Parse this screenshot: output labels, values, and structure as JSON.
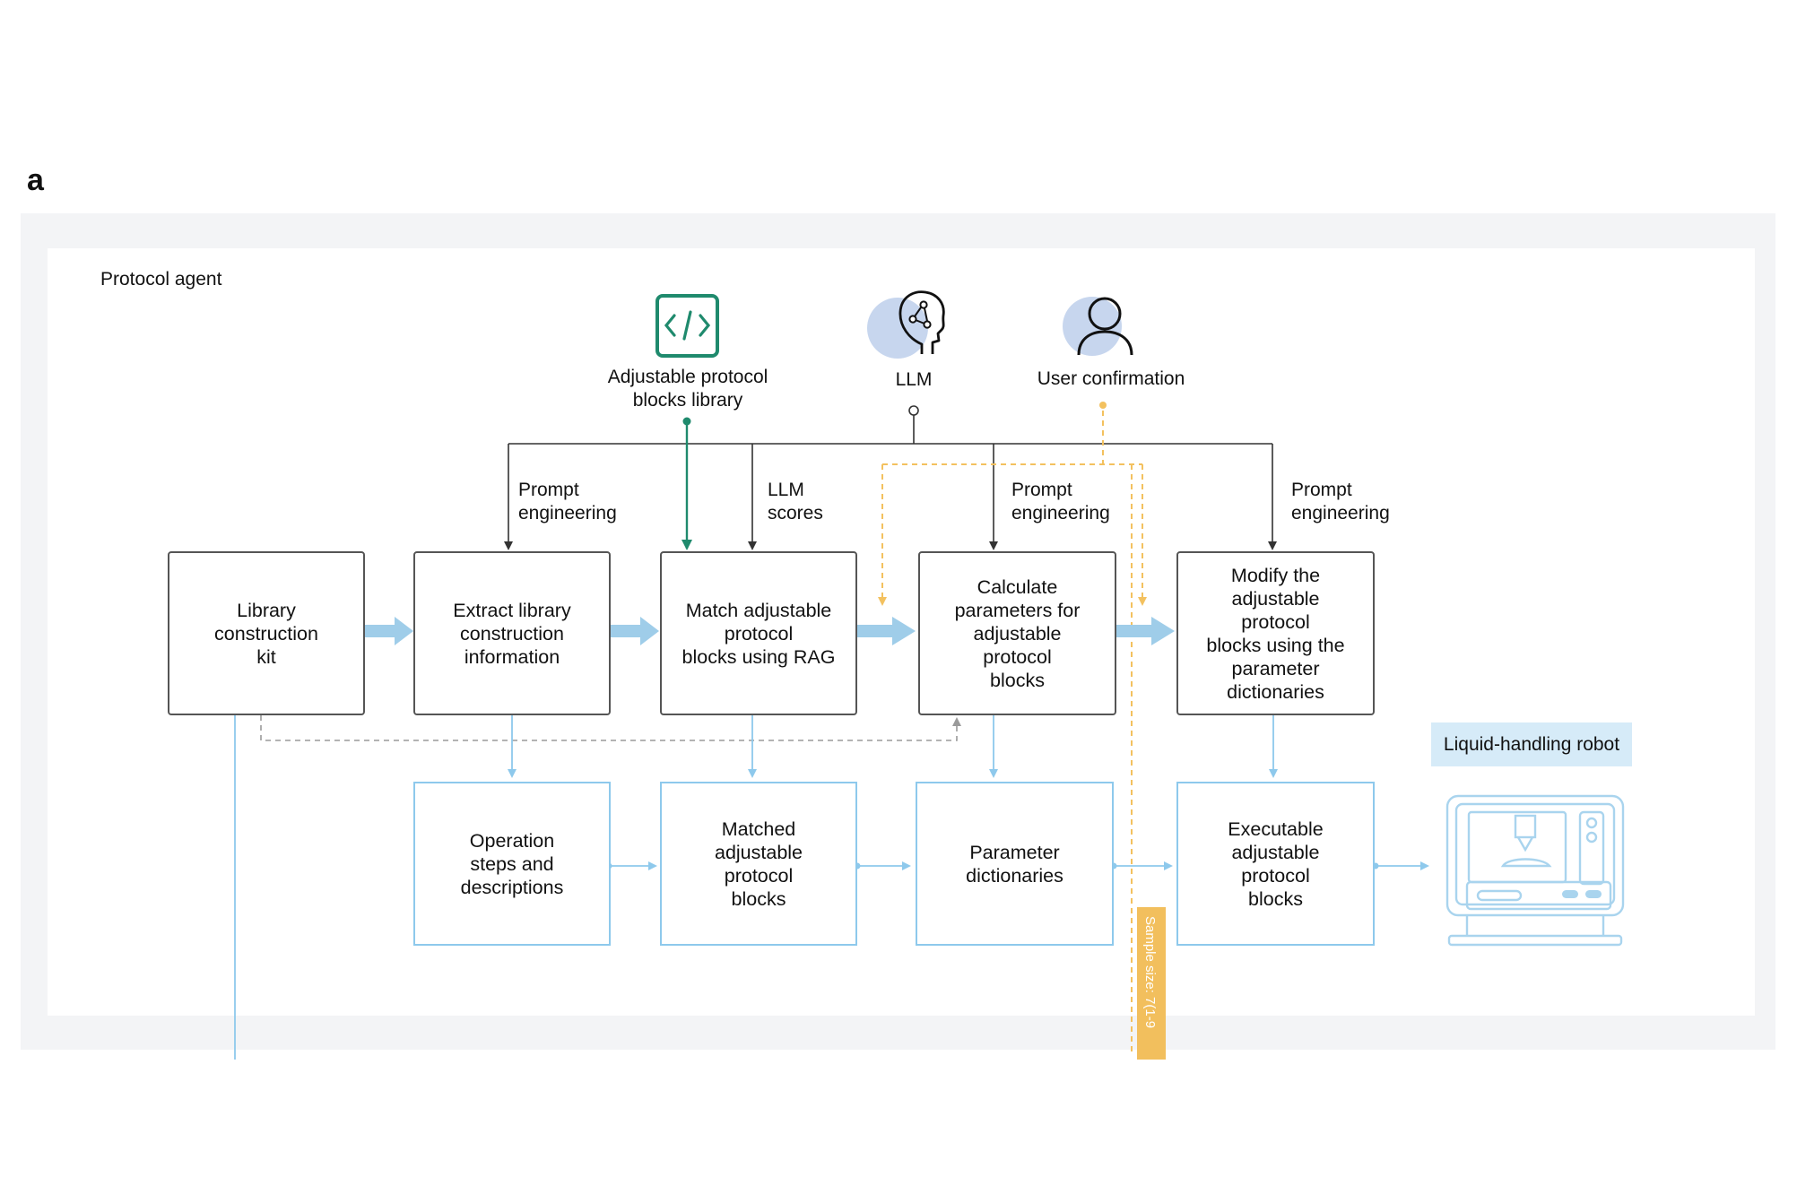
{
  "figure": {
    "panel_letter": "a",
    "section_title": "Protocol agent"
  },
  "inputs": {
    "library": "Adjustable protocol\nblocks library",
    "llm": "LLM",
    "user": "User confirmation"
  },
  "edge_labels": {
    "prompt_1": "Prompt\nengineering",
    "llm_scores": "LLM\nscores",
    "prompt_2": "Prompt\nengineering",
    "prompt_3": "Prompt\nengineering"
  },
  "process_steps": [
    {
      "label": "Library\nconstruction\nkit"
    },
    {
      "label": "Extract library\nconstruction\ninformation"
    },
    {
      "label": "Match adjustable\nprotocol\nblocks using RAG"
    },
    {
      "label": "Calculate\nparameters for\nadjustable\nprotocol\nblocks"
    },
    {
      "label": "Modify the\nadjustable\nprotocol\nblocks using the\nparameter\ndictionaries"
    }
  ],
  "outputs": [
    {
      "label": "Operation\nsteps and\ndescriptions"
    },
    {
      "label": "Matched\nadjustable\nprotocol\nblocks"
    },
    {
      "label": "Parameter\ndictionaries"
    },
    {
      "label": "Executable\nadjustable\nprotocol\nblocks"
    }
  ],
  "robot": {
    "label": "Liquid-handling robot"
  },
  "sample_tag": "Sample size: 7(1-9",
  "colors": {
    "process_border": "#555555",
    "output_border": "#8ec9ec",
    "flow_arrow": "#9fcde9",
    "library_green": "#1f8a6d",
    "user_dashed": "#f3c15f",
    "feedback_gray": "#9a9a9a",
    "icon_fill": "#c7d6ee"
  },
  "icons": {
    "library": "code-brackets-icon",
    "llm": "brain-network-head-icon",
    "user": "user-icon",
    "robot": "liquid-handling-robot-icon"
  }
}
